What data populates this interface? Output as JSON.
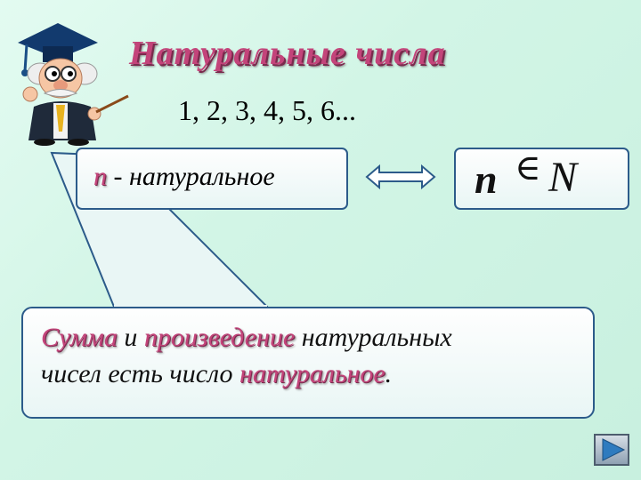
{
  "slide": {
    "title": "Натуральные числа",
    "numbers": "1, 2, 3, 4, 5, 6...",
    "definition": {
      "variable": "n",
      "text": " - натуральное"
    },
    "notation": {
      "variable": "n",
      "symbol": "∈",
      "set": "N"
    },
    "rule": {
      "part1": "Сумма",
      "part2": " и ",
      "part3": "произведение",
      "part4": " натуральных",
      "part5": "чисел  есть число  ",
      "part6": "натуральное",
      "part7": "."
    }
  },
  "colors": {
    "accent_pink": "#c3447a",
    "border_blue": "#2c5b8a",
    "background": "#d2f5e6"
  },
  "icons": {
    "equivalence_arrow": "double-arrow-icon",
    "professor": "professor-mascot-icon",
    "next": "play-next-icon"
  }
}
